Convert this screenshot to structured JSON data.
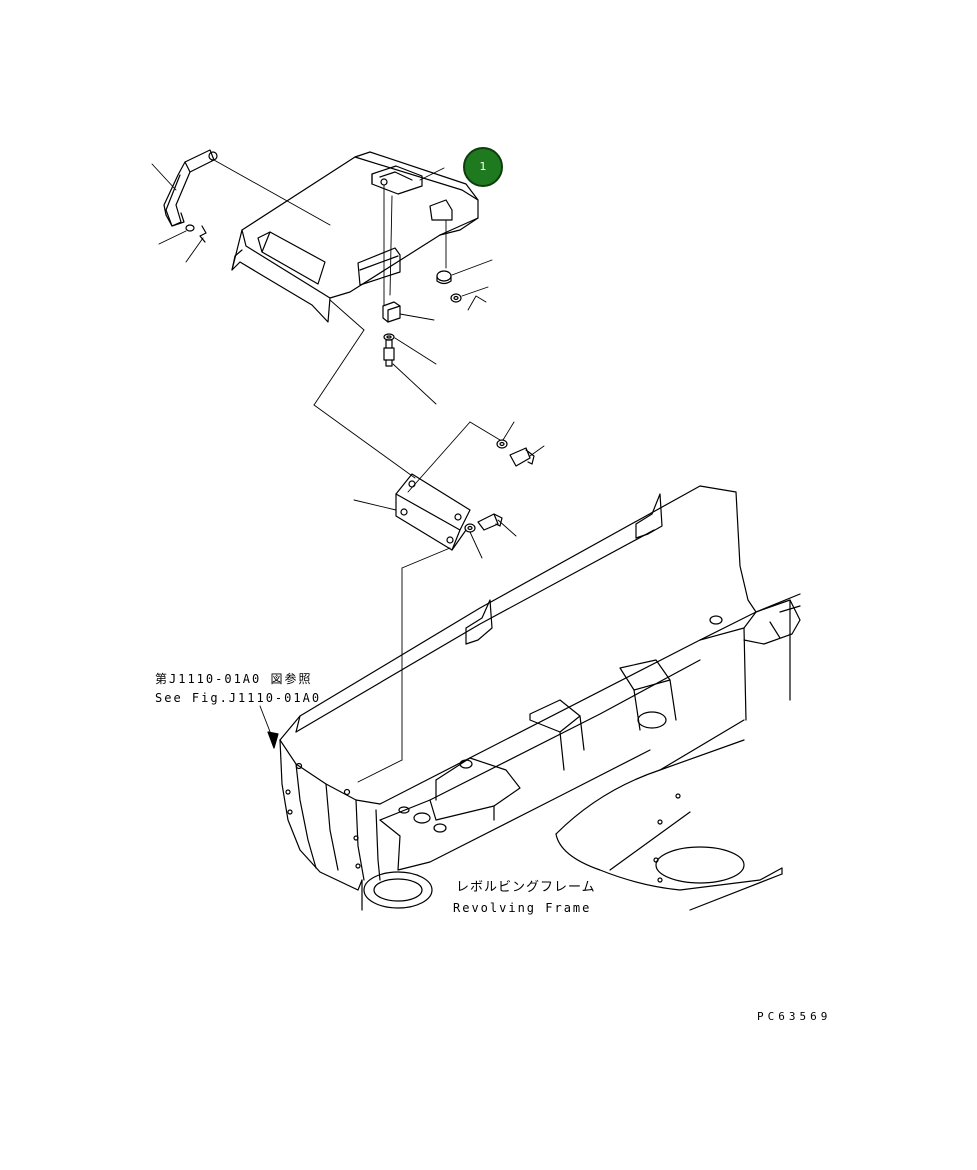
{
  "figure": {
    "callout_number": "1",
    "reference_jp": "第J1110-01A0 図参照",
    "reference_en": "See Fig.J1110-01A0",
    "frame_label_jp": "レボルビングフレーム",
    "frame_label_en": "Revolving Frame",
    "drawing_code": "PC63569"
  },
  "colors": {
    "line": "#000000",
    "callout_fill": "#1f7a1f",
    "background": "#ffffff"
  }
}
